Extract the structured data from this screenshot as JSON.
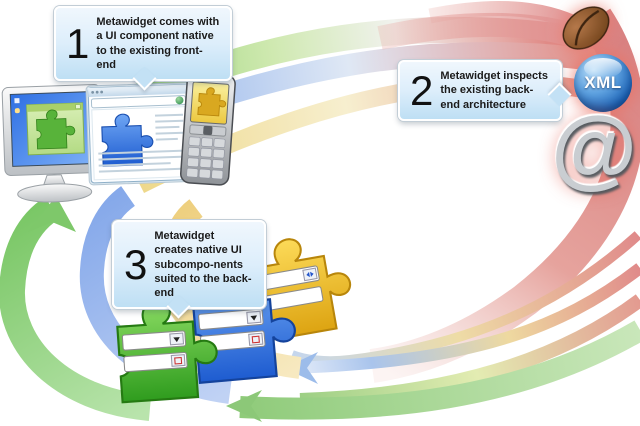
{
  "callouts": [
    {
      "number": "1",
      "text": "Metawidget comes with a UI component native to the existing front-end"
    },
    {
      "number": "2",
      "text": "Metawidget inspects the existing back-end architecture"
    },
    {
      "number": "3",
      "text": "Metawidget creates native UI subcompo-nents suited to the back-end"
    }
  ],
  "frontend": {
    "devices": [
      {
        "name": "desktop-computer",
        "widget": "green-puzzle-piece",
        "widget_color": "#57b947"
      },
      {
        "name": "web-browser",
        "widget": "blue-puzzle-piece",
        "widget_color": "#3f7de0"
      },
      {
        "name": "mobile-phone",
        "widget": "yellow-puzzle-piece",
        "widget_color": "#e9b820"
      }
    ]
  },
  "backend": {
    "icons": [
      {
        "name": "java-coffee-bean-icon",
        "color": "#7a4a21"
      },
      {
        "name": "xml-sphere-icon",
        "label": "XML",
        "color": "#1565c0"
      },
      {
        "name": "email-at-icon",
        "symbol": "@",
        "color": "#c9cdd1"
      }
    ]
  },
  "widgets": {
    "pieces": [
      {
        "name": "puzzle-widget-yellow",
        "color": "#f3c73d",
        "fields": [
          "text-input-with-spinner",
          "text-input"
        ]
      },
      {
        "name": "puzzle-widget-blue",
        "color": "#3c7ce8",
        "fields": [
          "dropdown",
          "date-picker"
        ]
      },
      {
        "name": "puzzle-widget-green",
        "color": "#52c13e",
        "fields": [
          "dropdown",
          "date-picker"
        ]
      }
    ]
  },
  "arrows": {
    "top_flow_colors": [
      "#9bd37a",
      "#8fb4ec",
      "#f2dc90",
      "#e08a86"
    ],
    "return_flow_colors": [
      "#e89090",
      "#f0d890",
      "#a8c4ea",
      "#98cc80"
    ],
    "left_loop_colors": [
      "#90d080",
      "#92b2ec",
      "#f0d898"
    ]
  }
}
